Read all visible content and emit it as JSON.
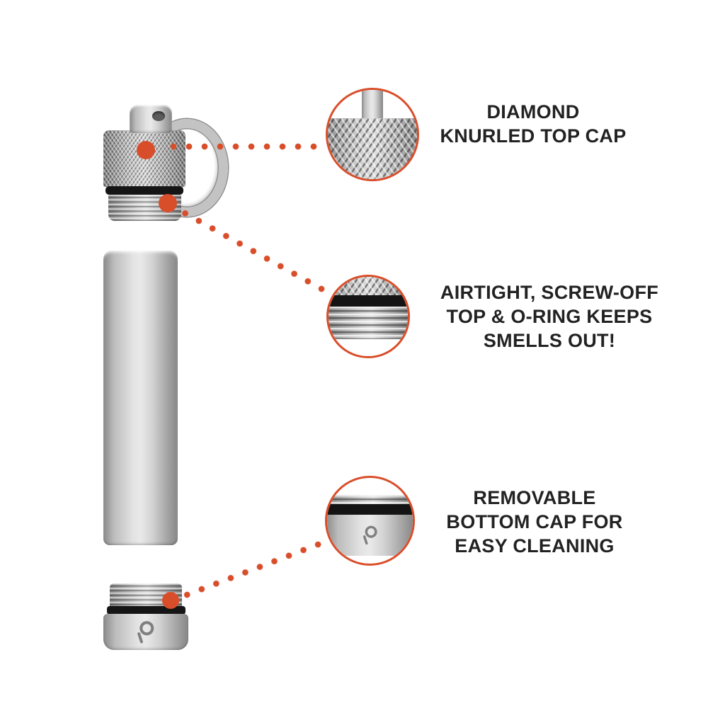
{
  "colors": {
    "accent": "#D94E2A",
    "text": "#222222",
    "metal_light": "#E4E4E4",
    "metal_mid": "#B9B9B9",
    "metal_dark": "#8A8A8A",
    "o_ring": "#141414",
    "background": "#FFFFFF"
  },
  "callouts": [
    {
      "id": "top-cap",
      "lines": [
        "DIAMOND",
        "KNURLED TOP CAP"
      ]
    },
    {
      "id": "airtight-seal",
      "lines": [
        "AIRTIGHT, SCREW-OFF",
        "TOP & O-RING KEEPS",
        "SMELLS OUT!"
      ]
    },
    {
      "id": "bottom-cap",
      "lines": [
        "REMOVABLE",
        "BOTTOM CAP FOR",
        "EASY CLEANING"
      ]
    }
  ],
  "product": {
    "description": "exploded view of a metal smell-proof keychain storage tube",
    "parts": [
      "keyring",
      "diamond-knurled top cap",
      "o-ring",
      "threaded neck",
      "body tube",
      "removable bottom cap"
    ]
  },
  "icons": {
    "hotspot_dot": "filled orange circle",
    "connector": "orange dotted leader line",
    "magnifier": "orange outlined zoom circle",
    "brand_logo": "gray ring with tail stroke"
  }
}
